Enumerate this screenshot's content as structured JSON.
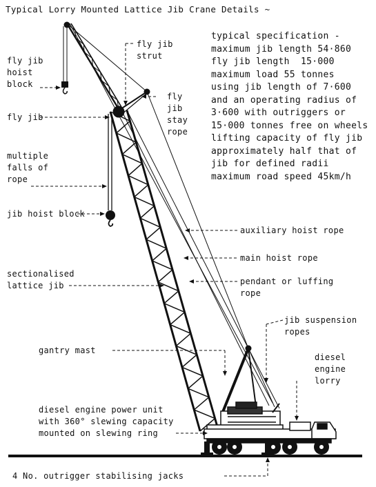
{
  "title": "Typical Lorry Mounted Lattice Jib Crane Details ~",
  "specification": [
    "typical specification -",
    "maximum jib length 54·860",
    "fly jib length  15·000",
    "maximum load 55 tonnes",
    "using jib length of 7·600",
    "and an operating radius of",
    "3·600 with outriggers or",
    "15·000 tonnes free on wheels",
    "lifting capacity of fly jib",
    "approximately half that of",
    "jib for defined radii",
    "maximum road speed 45km/h"
  ],
  "labels": {
    "fly_jib_hoist_block": "fly jib\nhoist\nblock",
    "fly_jib_strut": "fly jib\nstrut",
    "fly_jib_stay_rope": "fly\njib\nstay\nrope",
    "fly_jib": "fly jib",
    "multiple_falls_of_rope": "multiple\nfalls of\nrope",
    "jib_hoist_block": "jib hoist block",
    "auxiliary_hoist_rope": "auxiliary hoist rope",
    "main_hoist_rope": "main hoist rope",
    "pendant_or_luffing_rope": "pendant or luffing\nrope",
    "sectionalised_lattice_jib": "sectionalised\nlattice jib",
    "jib_suspension_ropes": "jib suspension\nropes",
    "gantry_mast": "gantry mast",
    "diesel_engine_lorry": "diesel\nengine\nlorry",
    "diesel_engine_power_unit": "diesel engine power unit\nwith 360° slewing capacity\nmounted on slewing ring",
    "outrigger_jacks": "4 No. outrigger stabilising jacks"
  }
}
